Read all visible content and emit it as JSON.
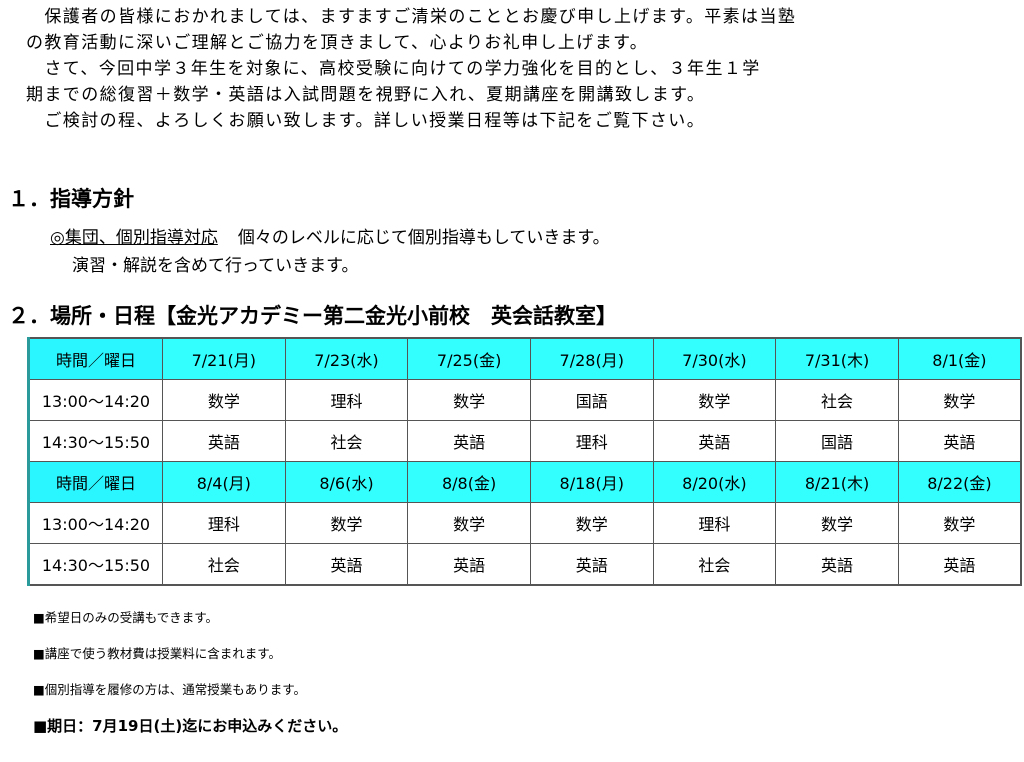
{
  "intro": [
    "　保護者の皆様におかれましては、ますますご清栄のこととお慶び申し上げます。平素は当塾",
    "の教育活動に深いご理解とご協力を頂きまして、心よりお礼申し上げます。",
    "　さて、今回中学３年生を対象に、高校受験に向けての学力強化を目的とし、３年生１学",
    "期までの総復習＋数学・英語は入試問題を視野に入れ、夏期講座を開講致します。",
    "　ご検討の程、よろしくお願い致します。詳しい授業日程等は下記をご覧下さい。"
  ],
  "section1": {
    "title": "１．指導方針",
    "policy_underlined": "◎集団、個別指導対応",
    "policy_text": "個々のレベルに応じて個別指導もしていきます。",
    "policy_line2": "演習・解説を含めて行っていきます。"
  },
  "section2": {
    "title": "２．場所・日程【金光アカデミー第二金光小前校　英会話教室】"
  },
  "schedule": {
    "weeks": [
      {
        "header": "時間／曜日",
        "dates": [
          "7/21(月)",
          "7/23(水)",
          "7/25(金)",
          "7/28(月)",
          "7/30(水)",
          "7/31(木)",
          "8/1(金)"
        ],
        "rows": [
          {
            "time": "13:00～14:20",
            "subjects": [
              "数学",
              "理科",
              "数学",
              "国語",
              "数学",
              "社会",
              "数学"
            ]
          },
          {
            "time": "14:30～15:50",
            "subjects": [
              "英語",
              "社会",
              "英語",
              "理科",
              "英語",
              "国語",
              "英語"
            ]
          }
        ]
      },
      {
        "header": "時間／曜日",
        "dates": [
          "8/4(月)",
          "8/6(水)",
          "8/8(金)",
          "8/18(月)",
          "8/20(水)",
          "8/21(木)",
          "8/22(金)"
        ],
        "rows": [
          {
            "time": "13:00～14:20",
            "subjects": [
              "理科",
              "数学",
              "数学",
              "数学",
              "理科",
              "数学",
              "数学"
            ]
          },
          {
            "time": "14:30～15:50",
            "subjects": [
              "社会",
              "英語",
              "英語",
              "英語",
              "社会",
              "英語",
              "英語"
            ]
          }
        ]
      }
    ]
  },
  "notes": [
    "■希望日のみの受講もできます。",
    "■講座で使う教材費は授業料に含まれます。",
    "■個別指導を履修の方は、通常授業もあります。"
  ],
  "deadline": "■期日：7月19日(土)迄にお申込みください。"
}
